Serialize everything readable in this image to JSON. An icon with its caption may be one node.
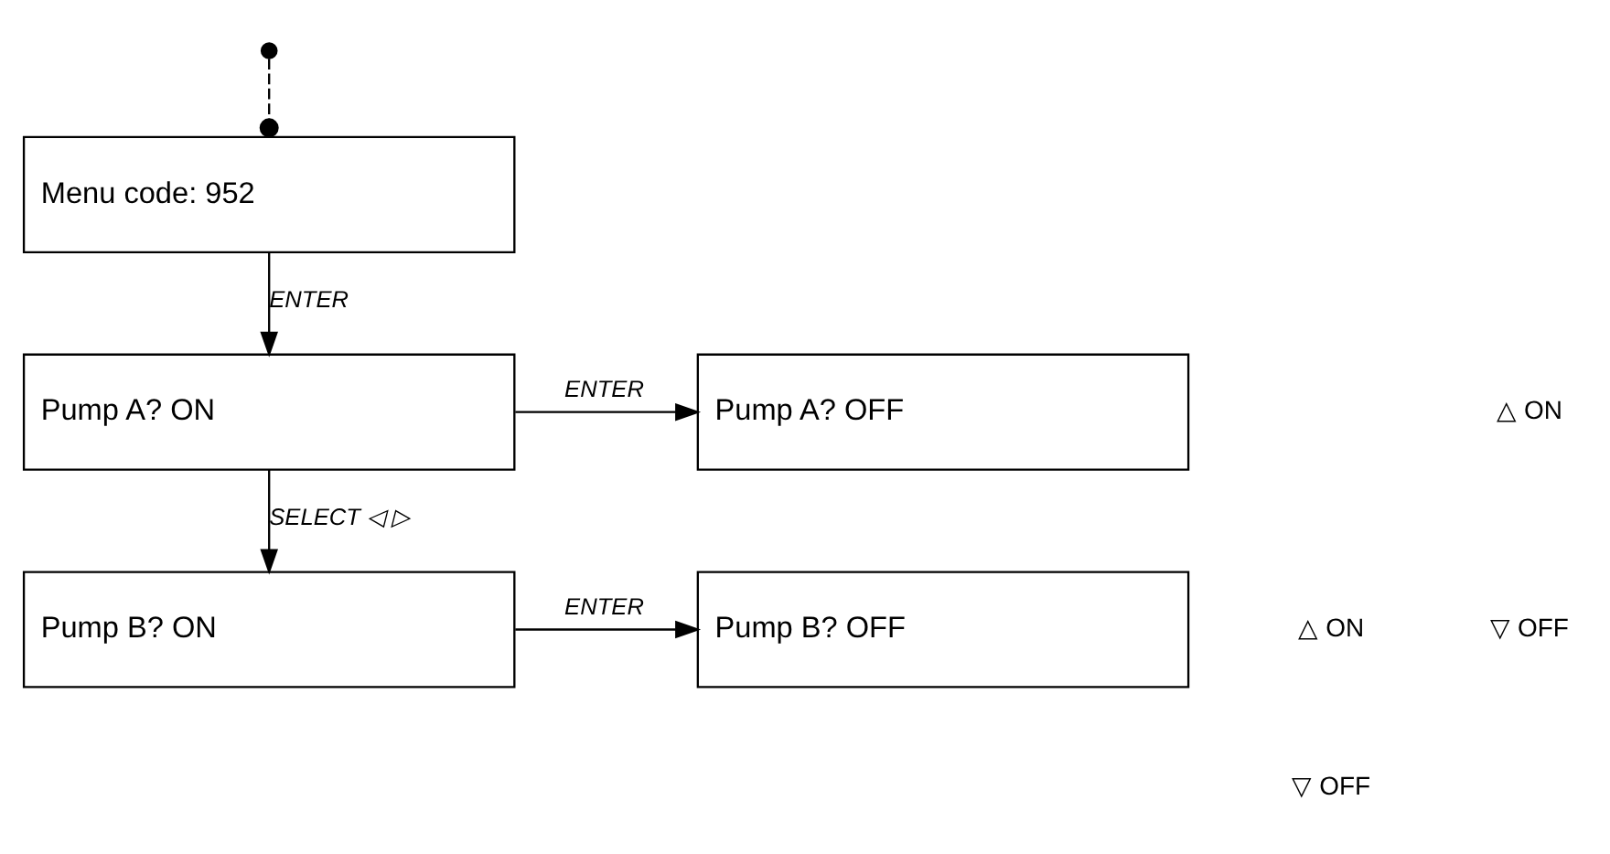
{
  "diagram": {
    "nodes": [
      {
        "text": [],
        "shape": "circle"
      },
      {
        "text": [
          "Menu code: 952"
        ]
      },
      {
        "text": [
          "Pump A? ON"
        ]
      },
      {
        "text": [
          "Pump A? OFF"
        ]
      },
      {
        "text": [
          "Pump B? ON"
        ]
      },
      {
        "text": [
          "Pump B? OFF"
        ]
      }
    ],
    "edges": [
      {
        "from": 0,
        "to": 1,
        "arrow": "other",
        "style": "dashed"
      },
      {
        "from": 1,
        "to": 2,
        "arrow": "to",
        "label": "ENTER"
      },
      {
        "from": 2,
        "to": 3,
        "arrow": "to",
        "label": "ENTER"
      },
      {
        "from": 2,
        "to": 4,
        "arrow": "to",
        "label": "SELECT ◁ ▷"
      },
      {
        "from": 4,
        "to": 5,
        "arrow": "to",
        "label": "ENTER"
      }
    ],
    "labels": [
      "△ ON",
      "▽ OFF",
      "△ ON",
      "▽ OFF"
    ]
  }
}
